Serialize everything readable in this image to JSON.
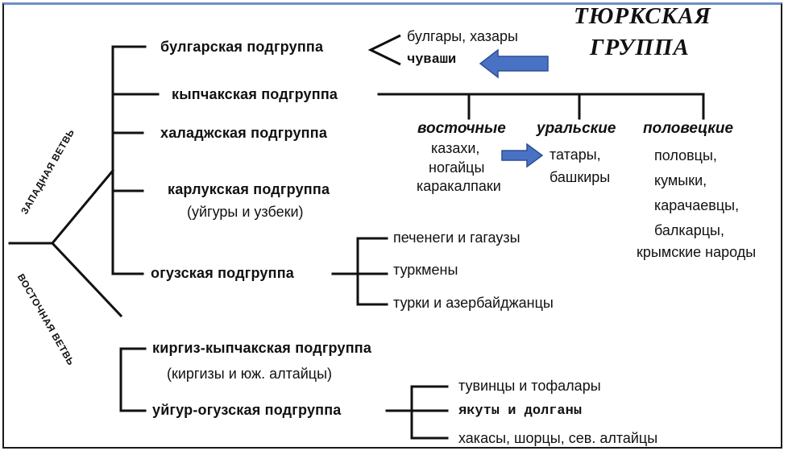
{
  "title_lines": [
    "ТЮРКСКАЯ",
    "ГРУППА"
  ],
  "branches": {
    "western": "ЗАПАДНАЯ ВЕТВЬ",
    "eastern": "ВОСТОЧНАЯ ВЕТВЬ"
  },
  "subgroups": {
    "bulgar": {
      "name": "булгарская подгруппа",
      "peoples": [
        "булгары, хазары",
        "чуваши"
      ]
    },
    "kipchak": {
      "name": "кыпчакская подгруппа",
      "categories": [
        {
          "name": "восточные",
          "peoples": [
            "казахи,",
            "ногайцы",
            "каракалпаки"
          ]
        },
        {
          "name": "уральские",
          "peoples": [
            "татары,",
            "башкиры"
          ]
        },
        {
          "name": "половецкие",
          "peoples": [
            "половцы,",
            "кумыки,",
            "карачаевцы,",
            "балкарцы,",
            "крымские народы"
          ]
        }
      ]
    },
    "khalaj": {
      "name": "халаджская подгруппа"
    },
    "karluk": {
      "name": "карлукская подгруппа",
      "note": "(уйгуры и узбеки)"
    },
    "oghuz": {
      "name": "огузская подгруппа",
      "peoples": [
        "печенеги и гагаузы",
        "туркмены",
        "турки и азербайджанцы"
      ]
    },
    "kyrgyz_kipchak": {
      "name": "киргиз-кыпчакская подгруппа",
      "note": "(киргизы и юж. алтайцы)"
    },
    "uyghur_oghuz": {
      "name": "уйгур-огузская подгруппа",
      "peoples": [
        "тувинцы и тофалары",
        "якуты и долганы",
        "хакасы, шорцы, сев. алтайцы"
      ]
    }
  },
  "colors": {
    "arrow_fill": "#4a72c4",
    "arrow_stroke": "#2c4f94",
    "frame_top": "#6f8fc0"
  }
}
